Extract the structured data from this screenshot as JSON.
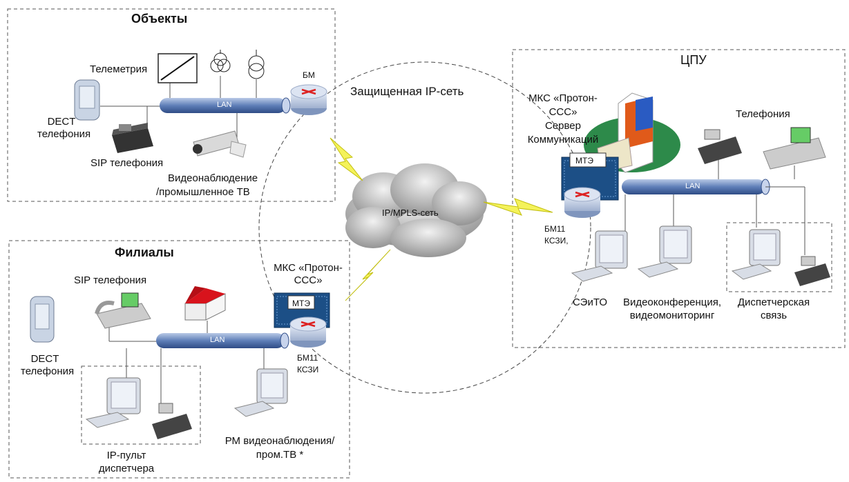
{
  "zones": {
    "objects": "Объекты",
    "branches": "Филиалы",
    "cpu": "ЦПУ",
    "secure_net": "Защищенная IP-сеть",
    "mpls": "IP/MPLS-сеть"
  },
  "objects": {
    "telemetry": "Телеметрия",
    "dect_l1": "DECT",
    "dect_l2": "телефония",
    "sip": "SIP телефония",
    "video_l1": "Видеонаблюдение",
    "video_l2": "/промышленное ТВ",
    "bm": "БМ",
    "lan": "LAN"
  },
  "branches": {
    "sip": "SIP телефония",
    "dect_l1": "DECT",
    "dect_l2": "телефония",
    "mks_l1": "МКС «Протон-",
    "mks_l2": "ССС»",
    "mte": "МТЭ",
    "bm_l1": "БМ11",
    "bm_l2": "КСЗИ",
    "ip_l1": "IP-пульт",
    "ip_l2": "диспетчера",
    "rm_l1": "РМ видеонаблюдения/",
    "rm_l2": "пром.ТВ *",
    "lan": "LAN"
  },
  "cpu": {
    "mks_l1": "МКС «Протон-",
    "mks_l2": "ССС»",
    "mks_l3": "Сервер",
    "mks_l4": "Коммуникаций",
    "mte": "МТЭ",
    "bm_l1": "БМ11",
    "bm_l2": "КСЗИ,",
    "telephony": "Телефония",
    "lan": "LAN",
    "seito": "СЭиТО",
    "vc_l1": "Видеоконференция,",
    "vc_l2": "видеомониторинг",
    "disp_l1": "Диспетчерская",
    "disp_l2": "связь"
  }
}
